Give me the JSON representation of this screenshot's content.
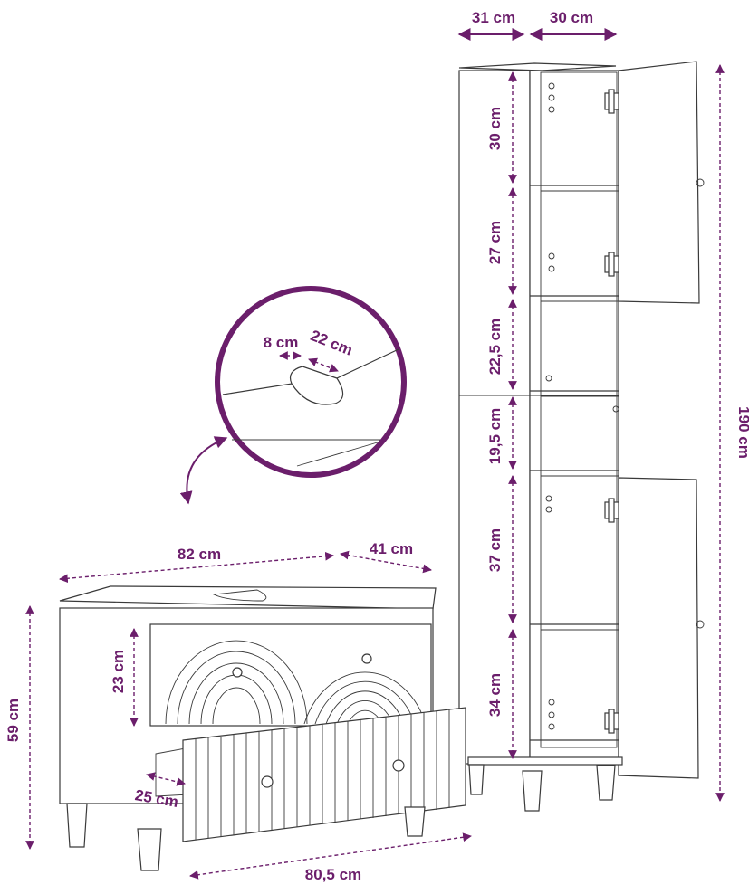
{
  "colors": {
    "accent": "#6b1e6b",
    "line": "#3a3a3a"
  },
  "tall_cabinet": {
    "width_body": "31 cm",
    "width_door": "30 cm",
    "height_total": "190 cm",
    "shelves": [
      "30 cm",
      "27 cm",
      "22,5 cm",
      "19,5 cm",
      "37 cm",
      "34 cm"
    ]
  },
  "vanity": {
    "width_top": "82 cm",
    "depth_top": "41 cm",
    "height_total": "59 cm",
    "drawer_height": "23 cm",
    "drawer_depth": "25 cm",
    "drawer_width": "80,5 cm"
  },
  "cutout_detail": {
    "width_a": "8 cm",
    "width_b": "22 cm"
  }
}
